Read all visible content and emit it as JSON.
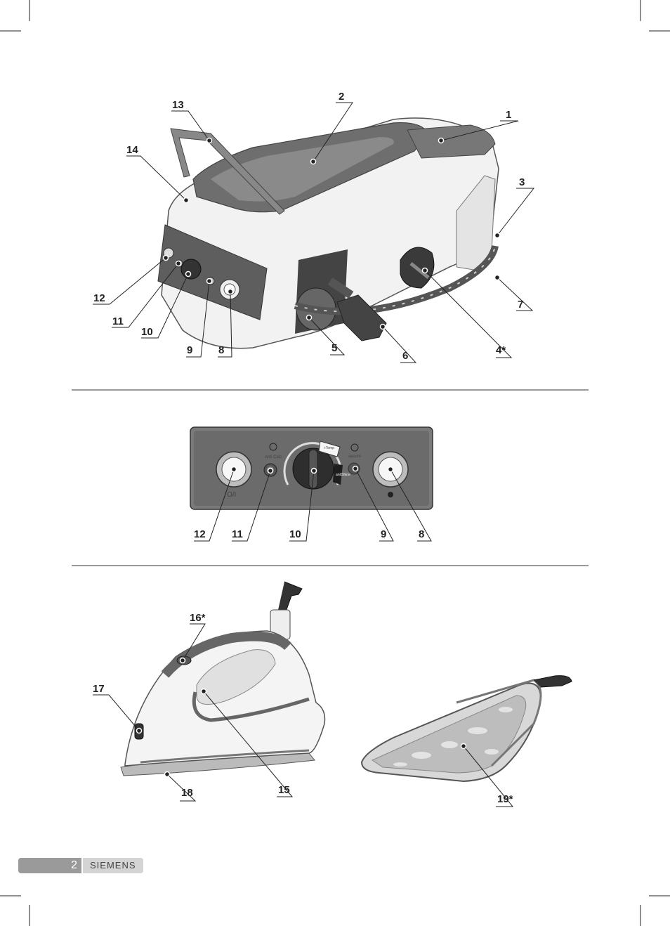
{
  "callouts_top": [
    "13",
    "2",
    "1",
    "14",
    "3",
    "12",
    "11",
    "10",
    "9",
    "8",
    "5",
    "6",
    "7",
    "4*"
  ],
  "callouts_panel": [
    "12",
    "11",
    "10",
    "9",
    "8"
  ],
  "panel_labels": {
    "anticalc": "Anti Calc",
    "power": "O/I",
    "itemp": "i-Temp",
    "secure": "secure",
    "antishine": "antiShine"
  },
  "callouts_bottom": [
    "16*",
    "17",
    "15",
    "18",
    "19*"
  ],
  "footer": {
    "page": "2",
    "brand": "SIEMENS"
  }
}
